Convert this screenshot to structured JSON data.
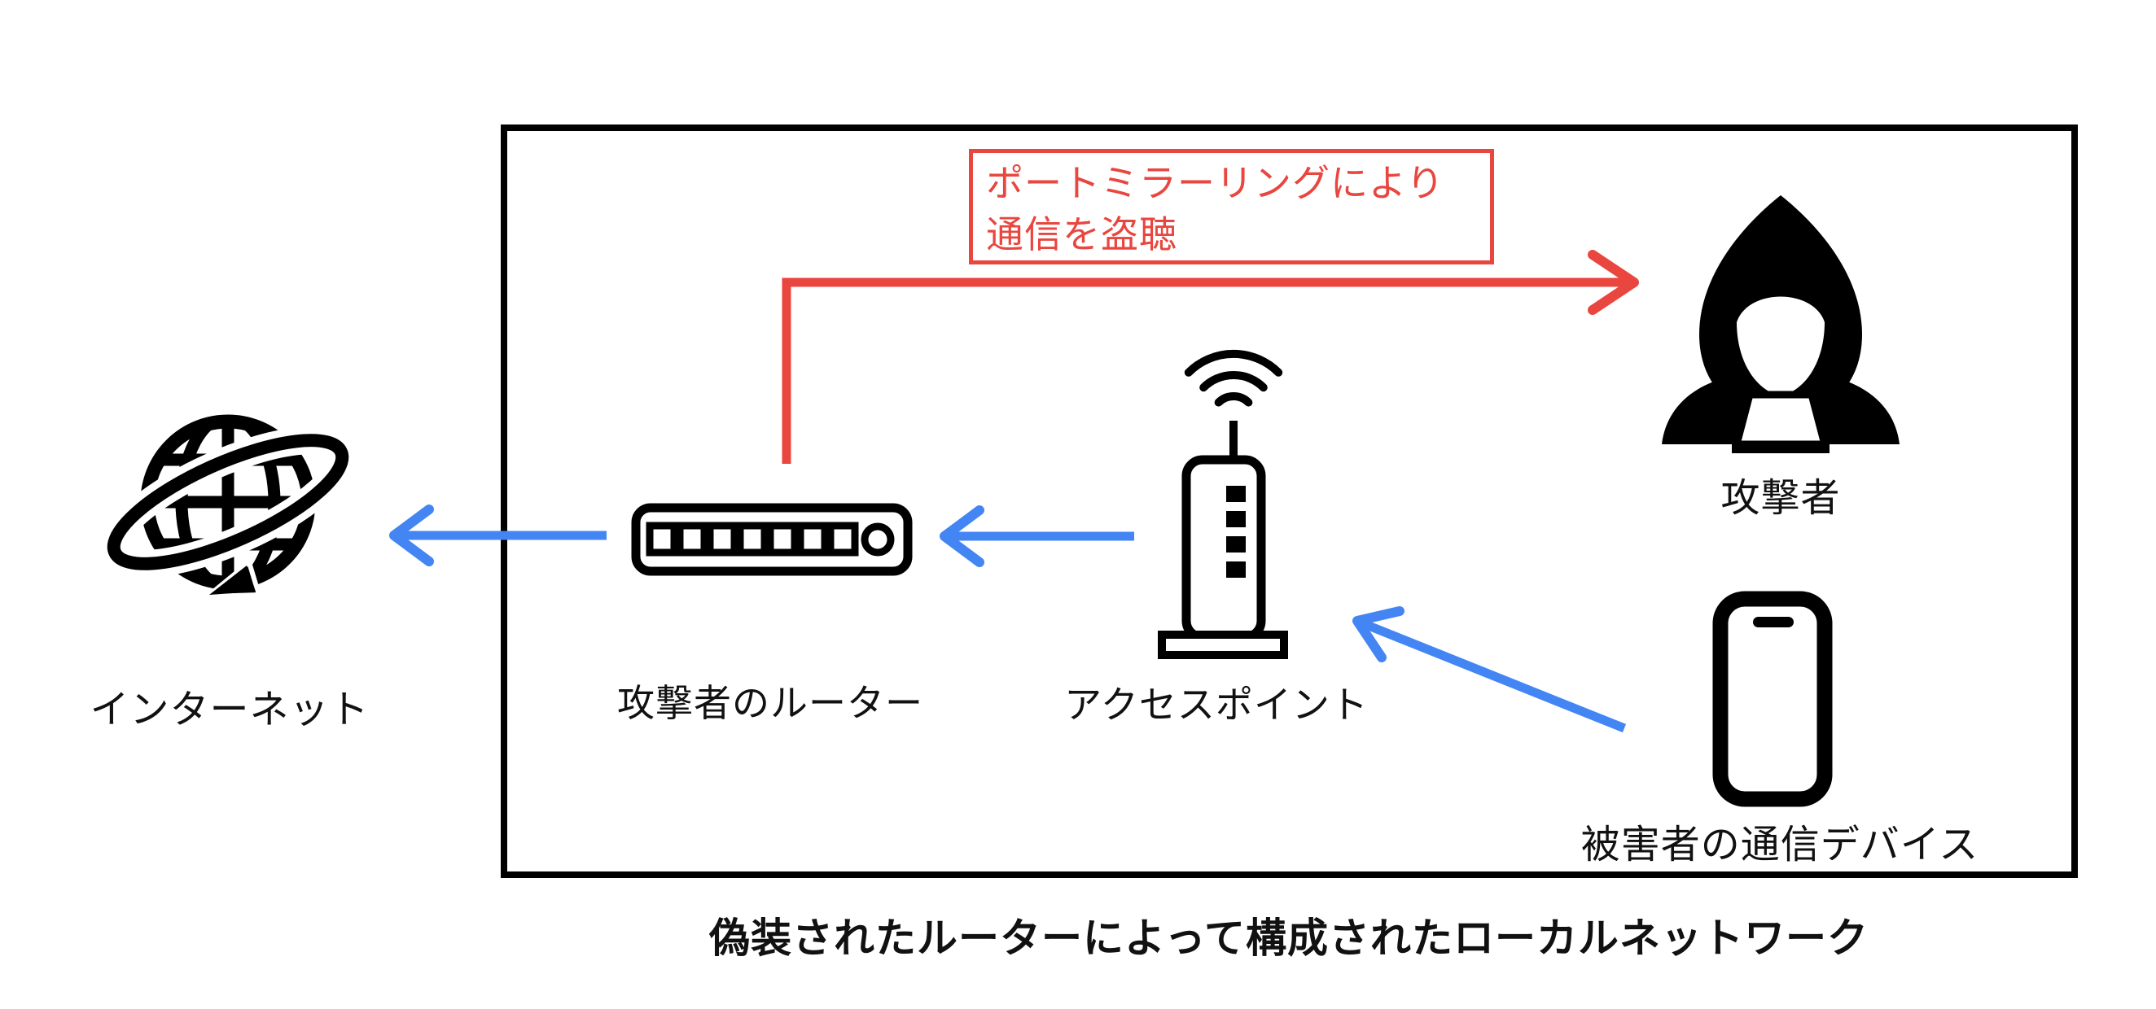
{
  "diagram": {
    "title_caption": "偽装されたルーターによって構成されたローカルネットワーク",
    "annotation": {
      "line1": "ポートミラーリングにより",
      "line2": "通信を盗聴"
    },
    "nodes": {
      "internet": {
        "label": "インターネット",
        "icon": "globe-orbit-icon"
      },
      "attacker_router": {
        "label": "攻撃者のルーター",
        "icon": "router-icon"
      },
      "access_point": {
        "label": "アクセスポイント",
        "icon": "access-point-icon"
      },
      "attacker": {
        "label": "攻撃者",
        "icon": "hacker-hood-icon"
      },
      "victim_device": {
        "label": "被害者の通信デバイス",
        "icon": "smartphone-icon"
      }
    },
    "arrows": {
      "access_point_to_router": "blue",
      "router_to_internet": "blue",
      "victim_device_to_access_point": "blue",
      "router_port_mirroring_to_attacker": "red"
    },
    "colors": {
      "arrow_blue": "#4485f4",
      "arrow_red": "#e9463f",
      "outline_black": "#000000"
    }
  }
}
